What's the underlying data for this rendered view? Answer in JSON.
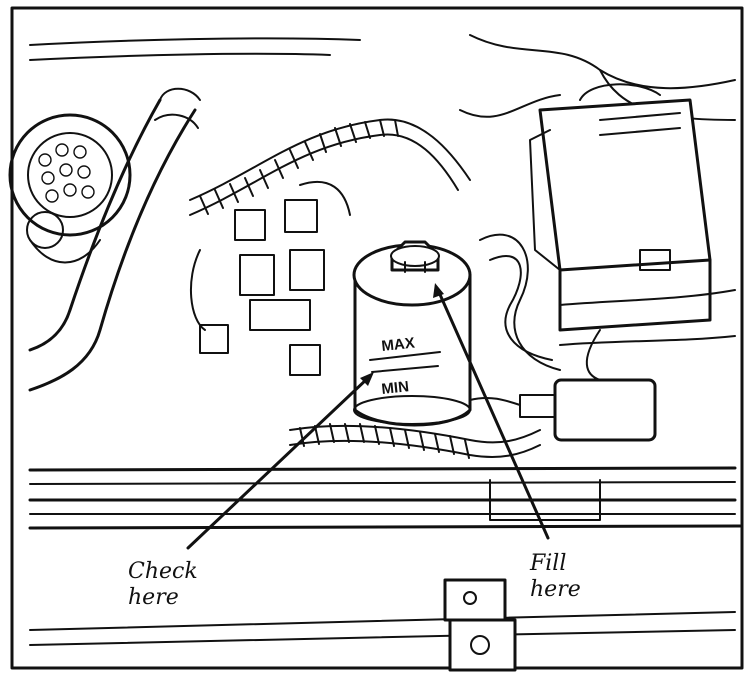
{
  "reservoir": {
    "max_mark": "MAX",
    "min_mark": "MIN"
  },
  "callouts": {
    "check": {
      "line1": "Check",
      "line2": "here"
    },
    "fill": {
      "line1": "Fill",
      "line2": "here"
    }
  }
}
